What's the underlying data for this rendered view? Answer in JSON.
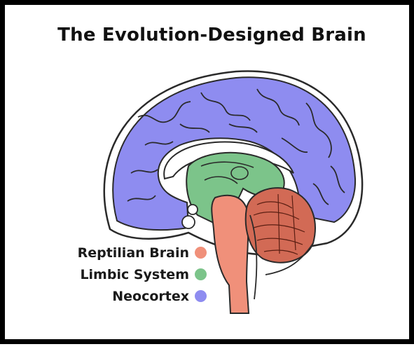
{
  "title": "The Evolution-Designed Brain",
  "legend": [
    {
      "label": "Reptilian Brain",
      "color": "#f0907a"
    },
    {
      "label": "Limbic System",
      "color": "#7cc48a"
    },
    {
      "label": "Neocortex",
      "color": "#8e8cf0"
    }
  ],
  "colors": {
    "frame": "#000000",
    "neocortex": "#8e8cf0",
    "limbic": "#7cc48a",
    "reptilian": "#f0907a",
    "cerebellum": "#d26a55",
    "outline": "#2a2a2a"
  }
}
